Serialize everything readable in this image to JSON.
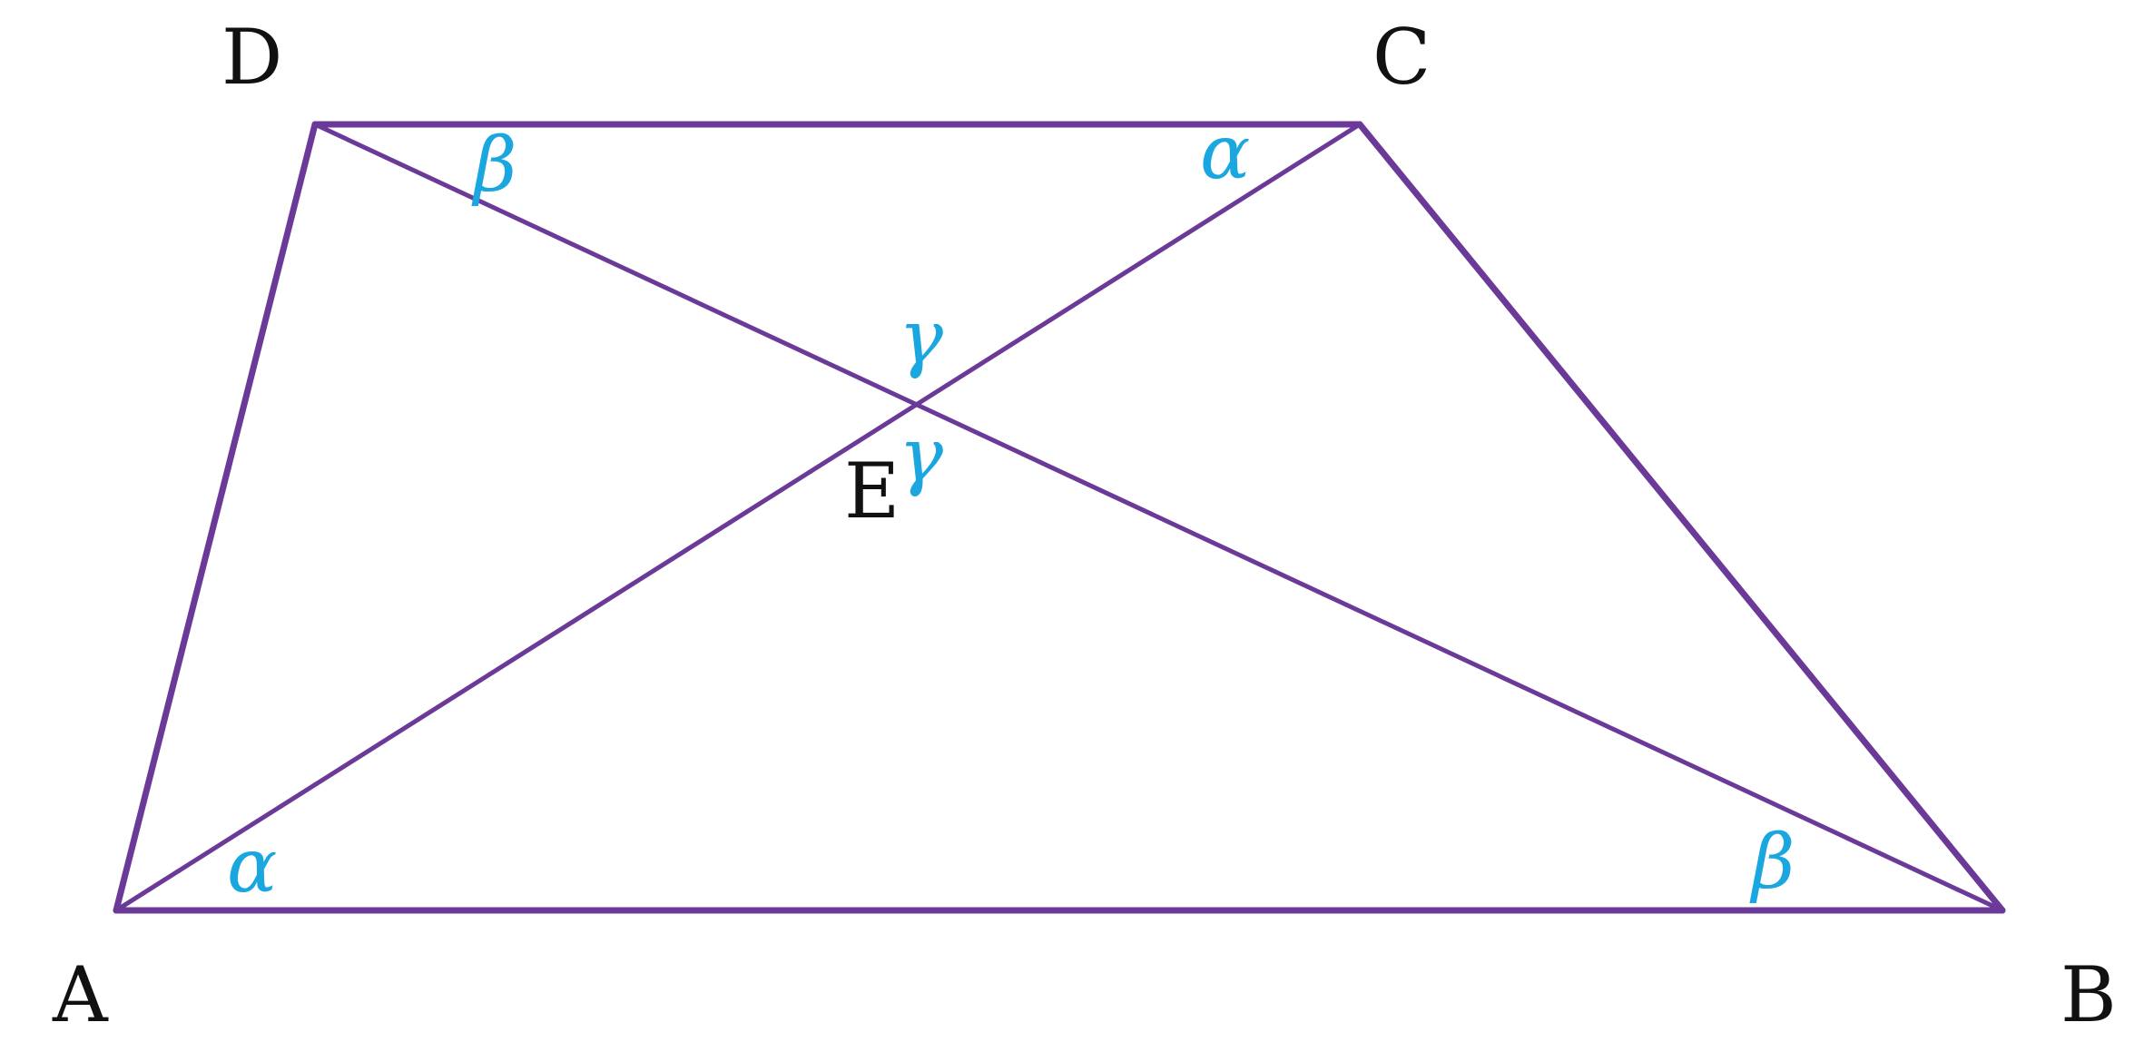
{
  "diagram": {
    "colors": {
      "lines": "#6B3A98",
      "angle_marks": "#1AA7E0",
      "vertex_text": "#111111"
    },
    "vertices": {
      "A": {
        "label": "A"
      },
      "B": {
        "label": "B"
      },
      "C": {
        "label": "C"
      },
      "D": {
        "label": "D"
      },
      "E": {
        "label": "E"
      }
    },
    "segments": [
      {
        "name": "side-ab",
        "from": "A",
        "to": "B",
        "kind": "side"
      },
      {
        "name": "side-bc",
        "from": "B",
        "to": "C",
        "kind": "side"
      },
      {
        "name": "side-cd",
        "from": "C",
        "to": "D",
        "kind": "side"
      },
      {
        "name": "side-da",
        "from": "D",
        "to": "A",
        "kind": "side"
      },
      {
        "name": "diagonal-ac",
        "from": "A",
        "to": "C",
        "kind": "diagonal"
      },
      {
        "name": "diagonal-bd",
        "from": "B",
        "to": "D",
        "kind": "diagonal"
      }
    ],
    "angles": {
      "a_alpha": {
        "symbol": "α",
        "vertex": "A"
      },
      "c_alpha": {
        "symbol": "α",
        "vertex": "C"
      },
      "d_beta": {
        "symbol": "β",
        "vertex": "D"
      },
      "b_beta": {
        "symbol": "β",
        "vertex": "B"
      },
      "e_gamma_top": {
        "symbol": "γ",
        "vertex": "E"
      },
      "e_gamma_bottom": {
        "symbol": "γ",
        "vertex": "E"
      }
    }
  }
}
